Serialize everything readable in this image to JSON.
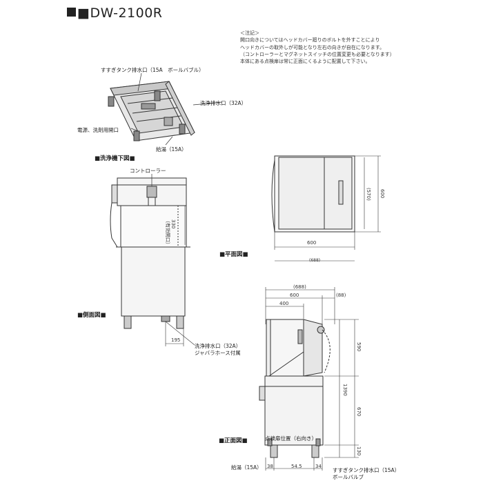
{
  "title": "■DW-2100R",
  "notes": {
    "heading": "＜注記＞",
    "lines": [
      "開口向きについてはヘッドカバー廻りのボルトを外すことにより",
      "ヘッドカバーの取外しが可能となり左右の向きが自在になります。",
      "（コントローラーとマグネットスイッチの位置変更も必要となります）",
      "本体にある点検扉は常に正面にくるように配置して下さい。"
    ]
  },
  "bottom_view": {
    "section_label": "■洗浄機下図■",
    "labels": {
      "rinse_tank_drain": "すすぎタンク排水口（15A　ボールバブル）",
      "wash_drain": "洗浄排水口（32A）",
      "power_detergent": "電源、洗剤用開口",
      "hot_water": "給湯（15A）"
    }
  },
  "side_view": {
    "section_label": "■側面図■",
    "controller_label": "コントローラー",
    "opening_dim": "330",
    "opening_note": "（有効開口）",
    "offset_dim": "195",
    "drain_label_1": "洗浄排水口（32A）",
    "drain_label_2": "ジャバラホース付属"
  },
  "plan_view": {
    "section_label": "■平面図■",
    "width_dim": "600",
    "depth_dim": "600",
    "depth_inner_dim": "(570)",
    "cut_dim": "(688)"
  },
  "front_view": {
    "section_label": "■正面図■",
    "top_dims": {
      "overall": "(688)",
      "body": "600",
      "opening": "400",
      "right": "(88)"
    },
    "height_dims": {
      "top": "590",
      "total": "1390",
      "mid": "670",
      "bottom": "130"
    },
    "inspection_door": "点検扉位置（右向き）",
    "bottom_labels": {
      "hot_water": "給湯（15A）",
      "left_offset": "38",
      "gap": "54.5",
      "right_offset": "34",
      "rinse_drain_1": "すすぎタンク排水口（15A）",
      "rinse_drain_2": "ボールバルブ"
    }
  }
}
